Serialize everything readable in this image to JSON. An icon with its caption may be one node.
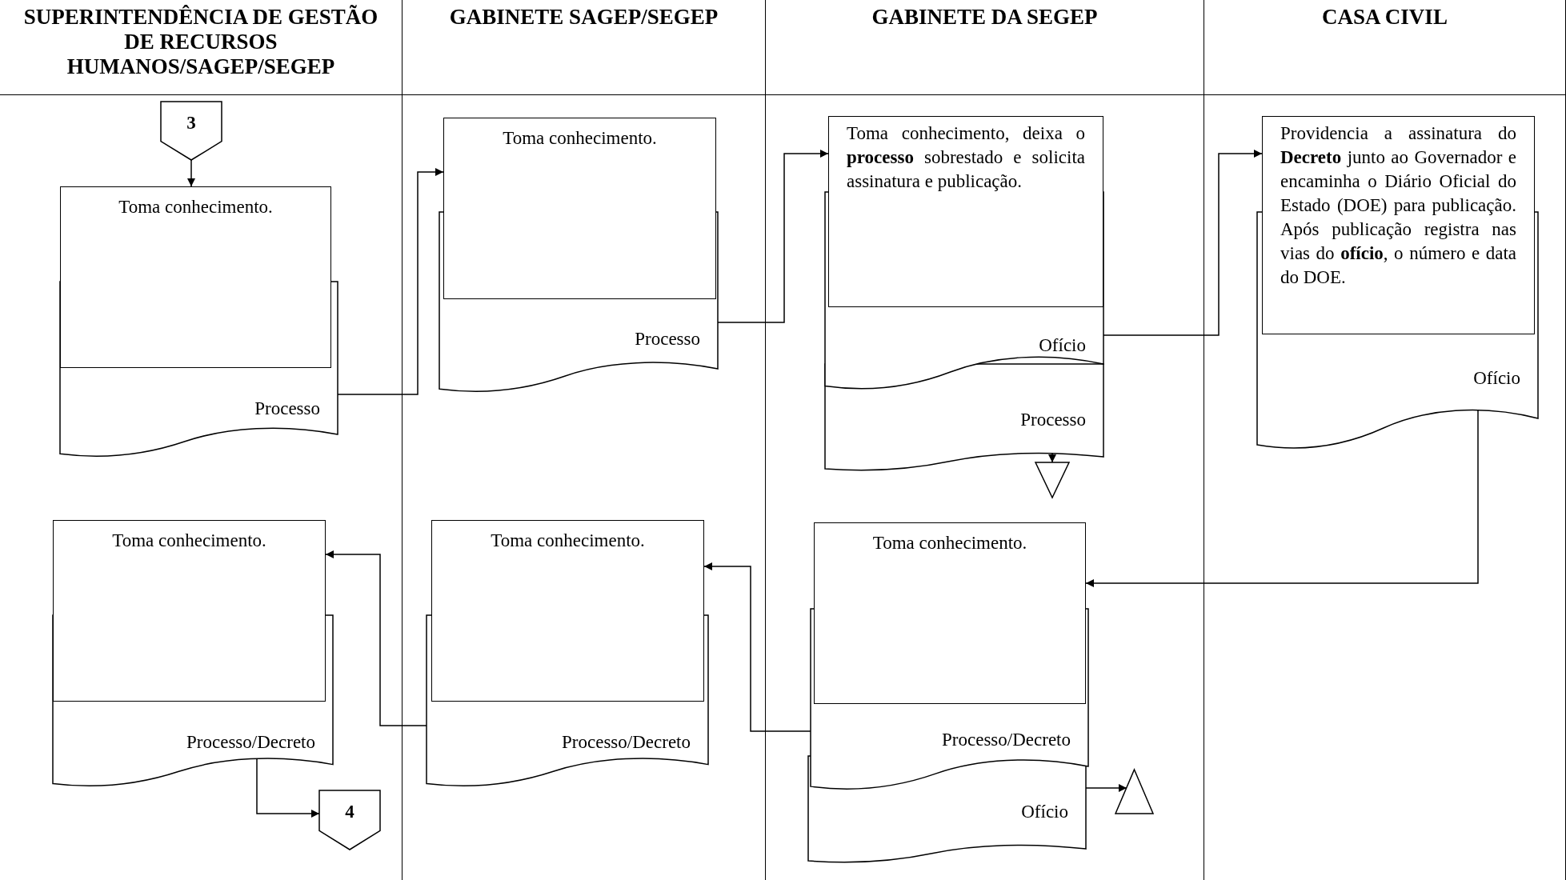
{
  "diagram": {
    "nodes": [
      {
        "text": [
          "SUPERINTENDÊNCIA DE GESTÃO DE RECURSOS HUMANOS/SAGEP/SEGEP"
        ]
      },
      {
        "text": [
          "GABINETE SAGEP/SEGEP"
        ]
      },
      {
        "text": [
          "GABINETE DA SEGEP"
        ]
      },
      {
        "text": [
          "CASA CIVIL"
        ]
      },
      {
        "text": [
          "3"
        ],
        "in": 0
      },
      {
        "text": [
          "Toma conhecimento."
        ],
        "in": 0
      },
      {
        "text": [
          "Processo"
        ],
        "in": 0
      },
      {
        "text": [
          "Toma conhecimento."
        ],
        "in": 1
      },
      {
        "text": [
          "Processo"
        ],
        "in": 1
      },
      {
        "text": [
          "Toma conhecimento, deixa o **processo** sobrestado e solicita assinatura e publicação."
        ],
        "in": 2
      },
      {
        "text": [
          "Ofício"
        ],
        "in": 2
      },
      {
        "text": [
          "Processo"
        ],
        "in": 2
      },
      {
        "text": [],
        "shape": "triangle",
        "in": 2
      },
      {
        "text": [
          "Providencia a assinatura do **Decreto** junto ao Governador e encaminha o Diário Oficial do Estado (DOE) para publicação. Após publicação registra nas vias do **ofício**, o número e data do DOE."
        ],
        "in": 3
      },
      {
        "text": [
          "Ofício"
        ],
        "in": 3
      },
      {
        "text": [
          "Toma conhecimento."
        ],
        "in": 0
      },
      {
        "text": [
          "Processo/Decreto"
        ],
        "in": 0
      },
      {
        "text": [
          "4"
        ],
        "in": 0
      },
      {
        "text": [
          "Toma conhecimento."
        ],
        "in": 1
      },
      {
        "text": [
          "Processo/Decreto"
        ],
        "in": 1
      },
      {
        "text": [
          "Toma conhecimento."
        ],
        "in": 2
      },
      {
        "text": [
          "Processo/Decreto"
        ],
        "in": 2
      },
      {
        "text": [
          "Ofício"
        ],
        "in": 2
      },
      {
        "text": [],
        "shape": "triangle",
        "in": 2
      }
    ],
    "edges": [
      {
        "from": 4,
        "to": 5,
        "arrow": "to"
      },
      {
        "from": 6,
        "to": 7,
        "arrow": "to"
      },
      {
        "from": 8,
        "to": 9,
        "arrow": "to"
      },
      {
        "from": 10,
        "to": 13,
        "arrow": "to"
      },
      {
        "from": 11,
        "to": 12,
        "arrow": "to"
      },
      {
        "from": 14,
        "to": 20,
        "arrow": "to"
      },
      {
        "from": 21,
        "to": 18,
        "arrow": "to"
      },
      {
        "from": 19,
        "to": 15,
        "arrow": "to"
      },
      {
        "from": 16,
        "to": 17,
        "arrow": "to"
      },
      {
        "from": 22,
        "to": 23,
        "arrow": "to"
      }
    ]
  }
}
